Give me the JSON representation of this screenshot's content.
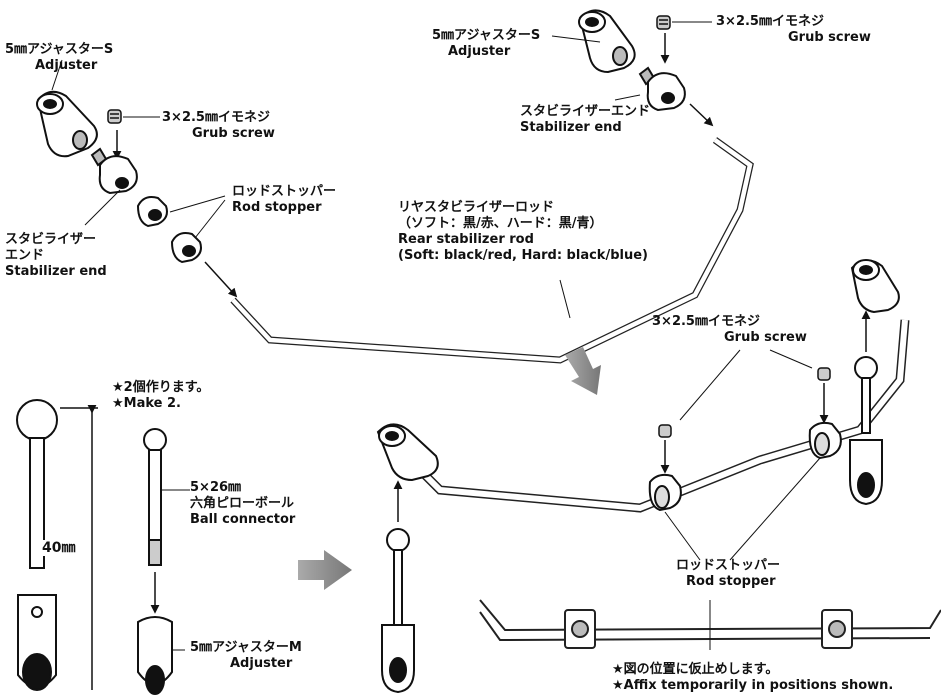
{
  "labels": {
    "adjuster_s_left": {
      "jp": "5㎜アジャスターS",
      "en": "Adjuster"
    },
    "grub_left": {
      "jp": "3×2.5㎜イモネジ",
      "en": "Grub screw"
    },
    "stab_end_left": {
      "jp1": "スタビライザー",
      "jp2": "エンド",
      "en": "Stabilizer end"
    },
    "rod_stopper_left": {
      "jp": "ロッドストッパー",
      "en": "Rod stopper"
    },
    "adjuster_s_top": {
      "jp": "5㎜アジャスターS",
      "en": "Adjuster"
    },
    "grub_top": {
      "jp": "3×2.5㎜イモネジ",
      "en": "Grub screw"
    },
    "stab_end_top": {
      "jp": "スタビライザーエンド",
      "en": "Stabilizer end"
    },
    "rear_rod": {
      "jp1": "リヤスタビライザーロッド",
      "jp2": "（ソフト：黒/赤、ハード：黒/青）",
      "en1": "Rear stabilizer rod",
      "en2": "(Soft: black/red, Hard: black/blue)"
    },
    "grub_right": {
      "jp": "3×2.5㎜イモネジ",
      "en": "Grub screw"
    },
    "make2": {
      "jp": "★2個作ります。",
      "en": "★Make 2."
    },
    "ball_connector": {
      "size": "5×26㎜",
      "jp": "六角ピローボール",
      "en": "Ball connector"
    },
    "dimension": "40㎜",
    "adjuster_m": {
      "jp": "5㎜アジャスターM",
      "en": "Adjuster"
    },
    "rod_stopper_right": {
      "jp": "ロッドストッパー",
      "en": "Rod stopper"
    },
    "affix_note": {
      "jp": "★図の位置に仮止めします。",
      "en": "★Affix temporarily in positions shown."
    }
  },
  "icons": [
    "adjuster-icon",
    "grub-screw-icon",
    "stabilizer-end-icon",
    "rod-stopper-icon",
    "ball-connector-icon",
    "arrow-icon"
  ]
}
